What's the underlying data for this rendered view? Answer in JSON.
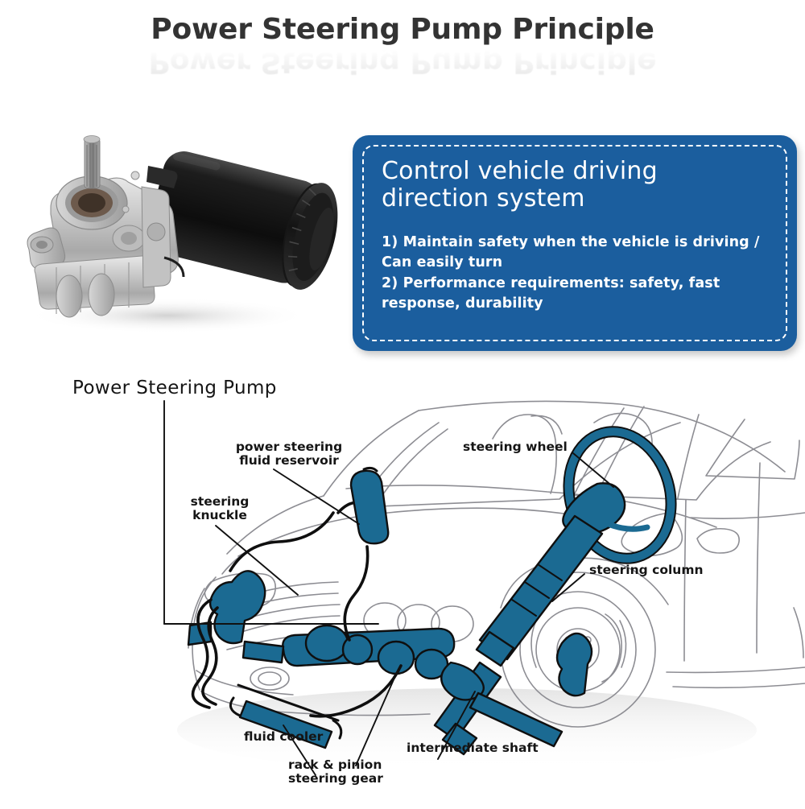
{
  "page": {
    "background": "#ffffff",
    "title": "Power Steering Pump Principle",
    "title_color": "#333333"
  },
  "callout": {
    "accent_color": "#1B5E9E",
    "border_style": "white-dashed",
    "heading": "Control vehicle driving direction system",
    "items": [
      "1) Maintain safety when the vehicle is driving / Can easily turn",
      "2) Performance requirements: safety, fast response, durability"
    ]
  },
  "product_photo": {
    "name": "power-steering-pump-photo",
    "description": "Power steering pump: aluminium housing with splined shaft and black cylindrical reservoir with ribbed cap",
    "housing_color": "#bdbdbd",
    "reservoir_color": "#1a1a1a"
  },
  "diagram": {
    "title_label": "Power Steering Pump",
    "accent_color": "#1B6A92",
    "outline_color": "#8d8d93",
    "labels": [
      {
        "id": "power-steering-fluid-reservoir",
        "text": "power steering\nfluid reservoir"
      },
      {
        "id": "steering-knuckle",
        "text": "steering\nknuckle"
      },
      {
        "id": "steering-wheel",
        "text": "steering wheel"
      },
      {
        "id": "steering-column",
        "text": "steering column"
      },
      {
        "id": "fluid-cooler",
        "text": "fluid cooler"
      },
      {
        "id": "rack-and-pinion-steering-gear",
        "text": "rack & pinion\nsteering gear"
      },
      {
        "id": "intermediate-shaft",
        "text": "intermediate shaft"
      }
    ]
  }
}
